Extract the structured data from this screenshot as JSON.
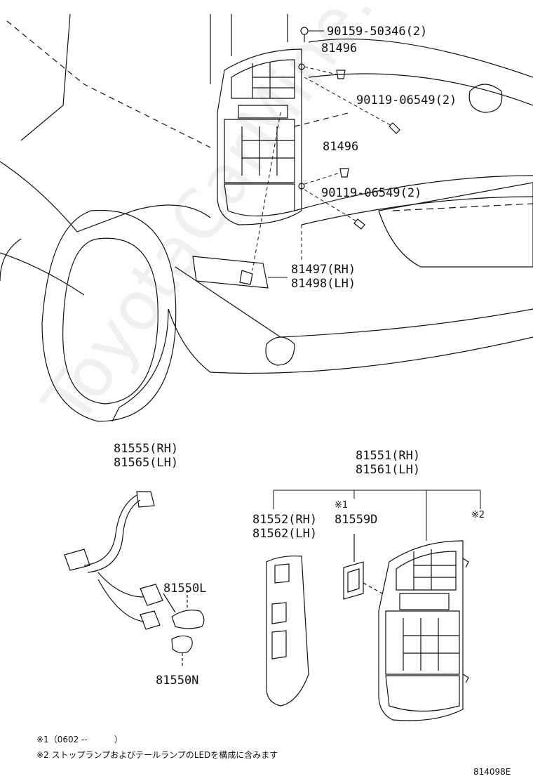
{
  "watermark": "ToyotaCarMine.ru",
  "labels": {
    "p1": "90159-50346(2)",
    "p2": "81496",
    "p3": "90119-06549(2)",
    "p4": "81496",
    "p5": "90119-06549(2)",
    "p6a": "81497(RH)",
    "p6b": "81498(LH)",
    "p7a": "81555(RH)",
    "p7b": "81565(LH)",
    "p8": "81550L",
    "p9": "81550N",
    "p10a": "81551(RH)",
    "p10b": "81561(LH)",
    "p11a": "81552(RH)",
    "p11b": "81562(LH)",
    "p12": "81559D",
    "mark1": "※1",
    "mark2": "※2"
  },
  "notes": {
    "n1": "※1（0602 --          ）",
    "n2": "※2 ストップランプおよびテールランプのLEDを構成に含みます"
  },
  "code": "814098E"
}
